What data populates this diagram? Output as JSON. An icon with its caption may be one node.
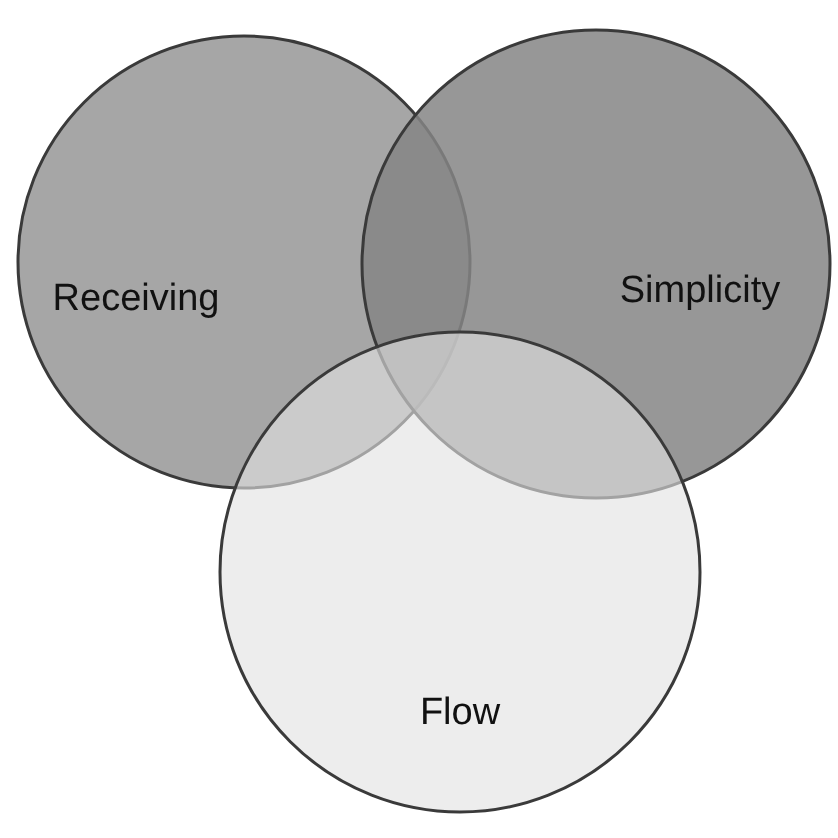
{
  "diagram": {
    "nodes": [
      {
        "text": [
          "Receiving"
        ]
      },
      {
        "text": [
          "Simplicity"
        ]
      },
      {
        "text": [
          "Flow"
        ]
      }
    ]
  }
}
